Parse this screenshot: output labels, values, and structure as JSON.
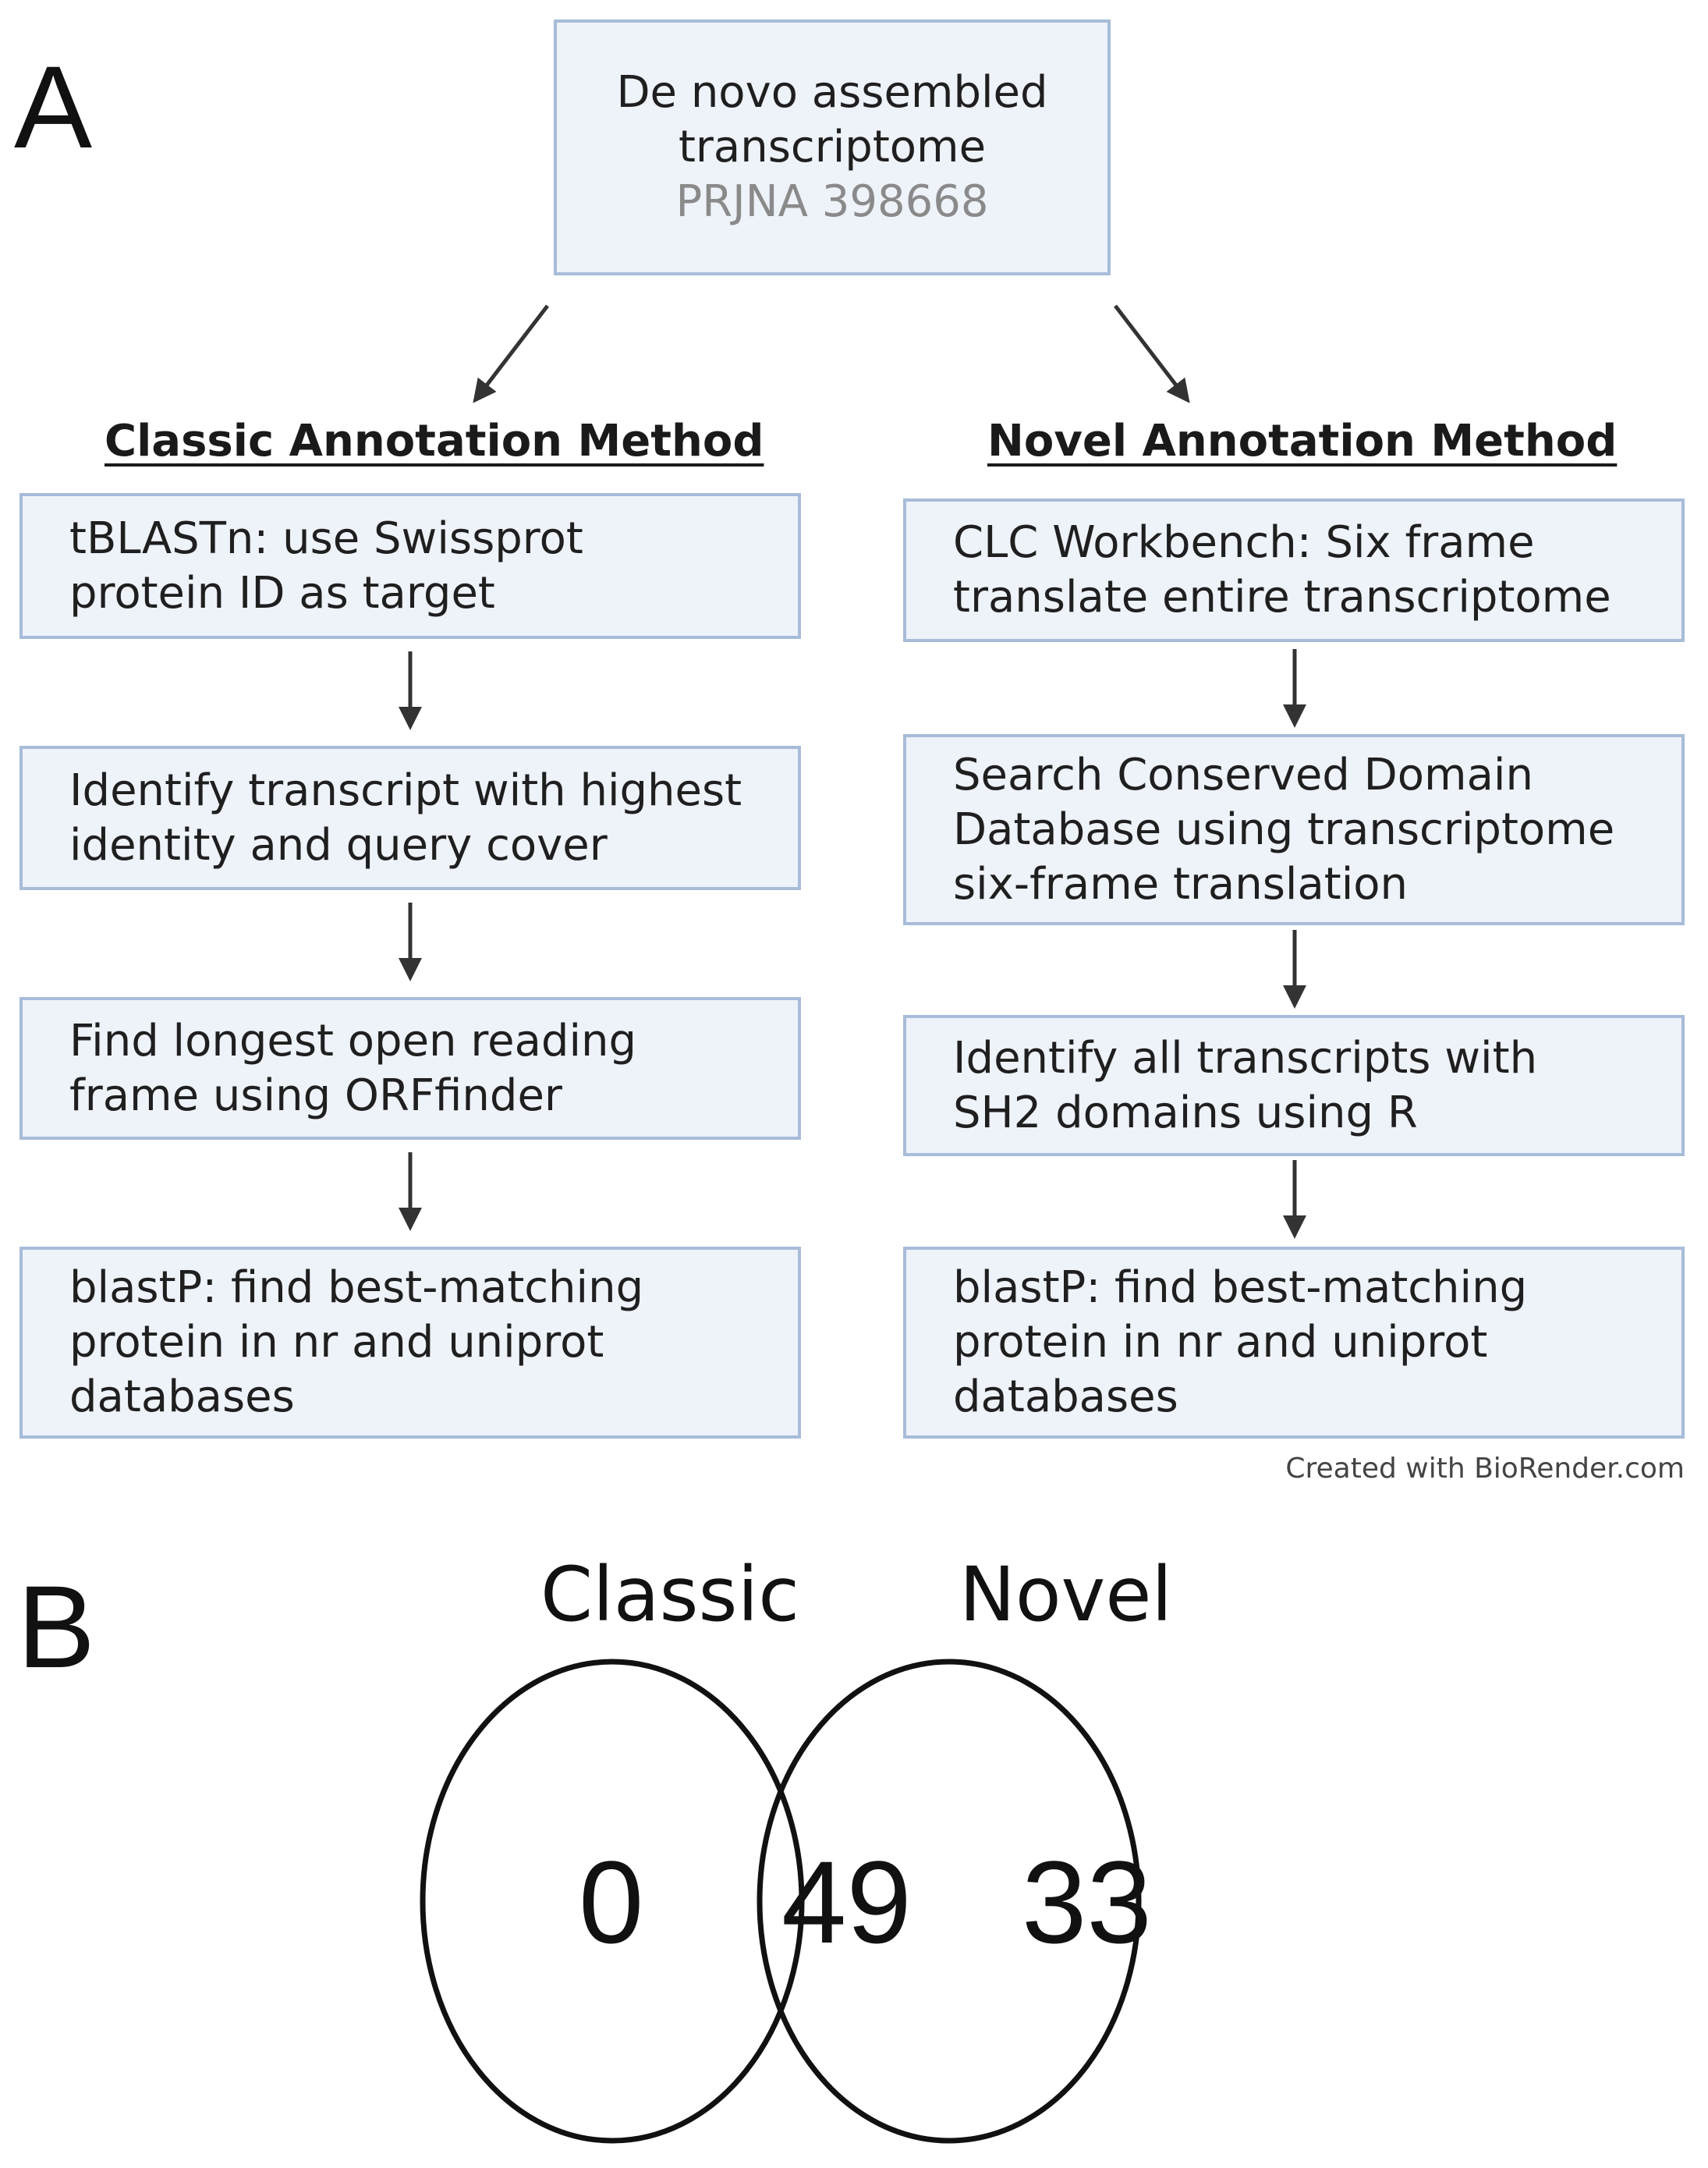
{
  "panel_a": {
    "label": "A",
    "source_box": {
      "lines": [
        "De novo assembled",
        "transcriptome"
      ],
      "accession": "PRJNA 398668"
    },
    "classic": {
      "title": "Classic Annotation Method",
      "steps": [
        [
          "tBLASTn: use Swissprot",
          "protein ID as target"
        ],
        [
          "Identify transcript with highest",
          "identity and query cover"
        ],
        [
          "Find longest open reading",
          "frame using ORFfinder"
        ],
        [
          "blastP: find best-matching",
          "protein in nr and uniprot",
          "databases"
        ]
      ]
    },
    "novel": {
      "title": "Novel Annotation Method",
      "steps": [
        [
          "CLC Workbench: Six frame",
          "translate entire transcriptome"
        ],
        [
          "Search Conserved Domain",
          "Database using transcriptome",
          "six-frame translation"
        ],
        [
          "Identify all transcripts with",
          "SH2 domains using R"
        ],
        [
          "blastP: find best-matching",
          "protein in nr and uniprot",
          "databases"
        ]
      ]
    },
    "credit": "Created with BioRender.com",
    "colors": {
      "box_fill": "#eef2f9",
      "box_border": "#a7bcd9",
      "arrow": "#333333"
    }
  },
  "panel_b": {
    "label": "B",
    "sets": [
      {
        "name": "Classic",
        "only": "0"
      },
      {
        "name": "Novel",
        "only": "33"
      }
    ],
    "overlap": "49"
  }
}
